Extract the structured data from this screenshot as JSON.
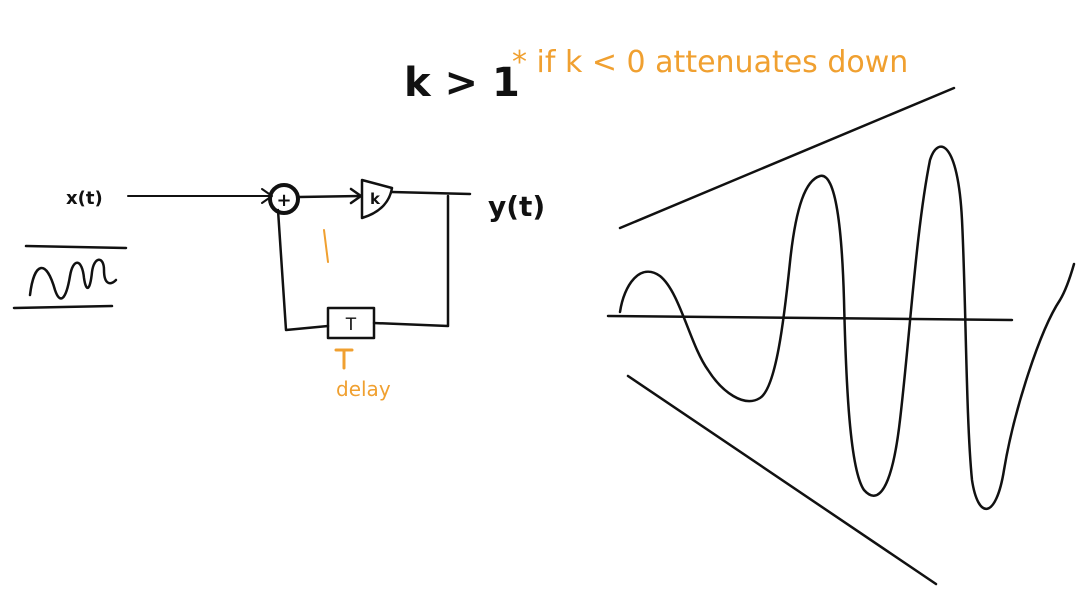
{
  "title": "k > 1",
  "note": "* if k < 0 attenuates down",
  "input_label": "x(t)",
  "output_label": "y(t)",
  "adder_label": "+",
  "gain_label": "k",
  "delay_box_label": "T",
  "delay_annotation": "delay",
  "colors": {
    "ink": "#111111",
    "annotation": "#f0a030",
    "background": "#ffffff"
  }
}
